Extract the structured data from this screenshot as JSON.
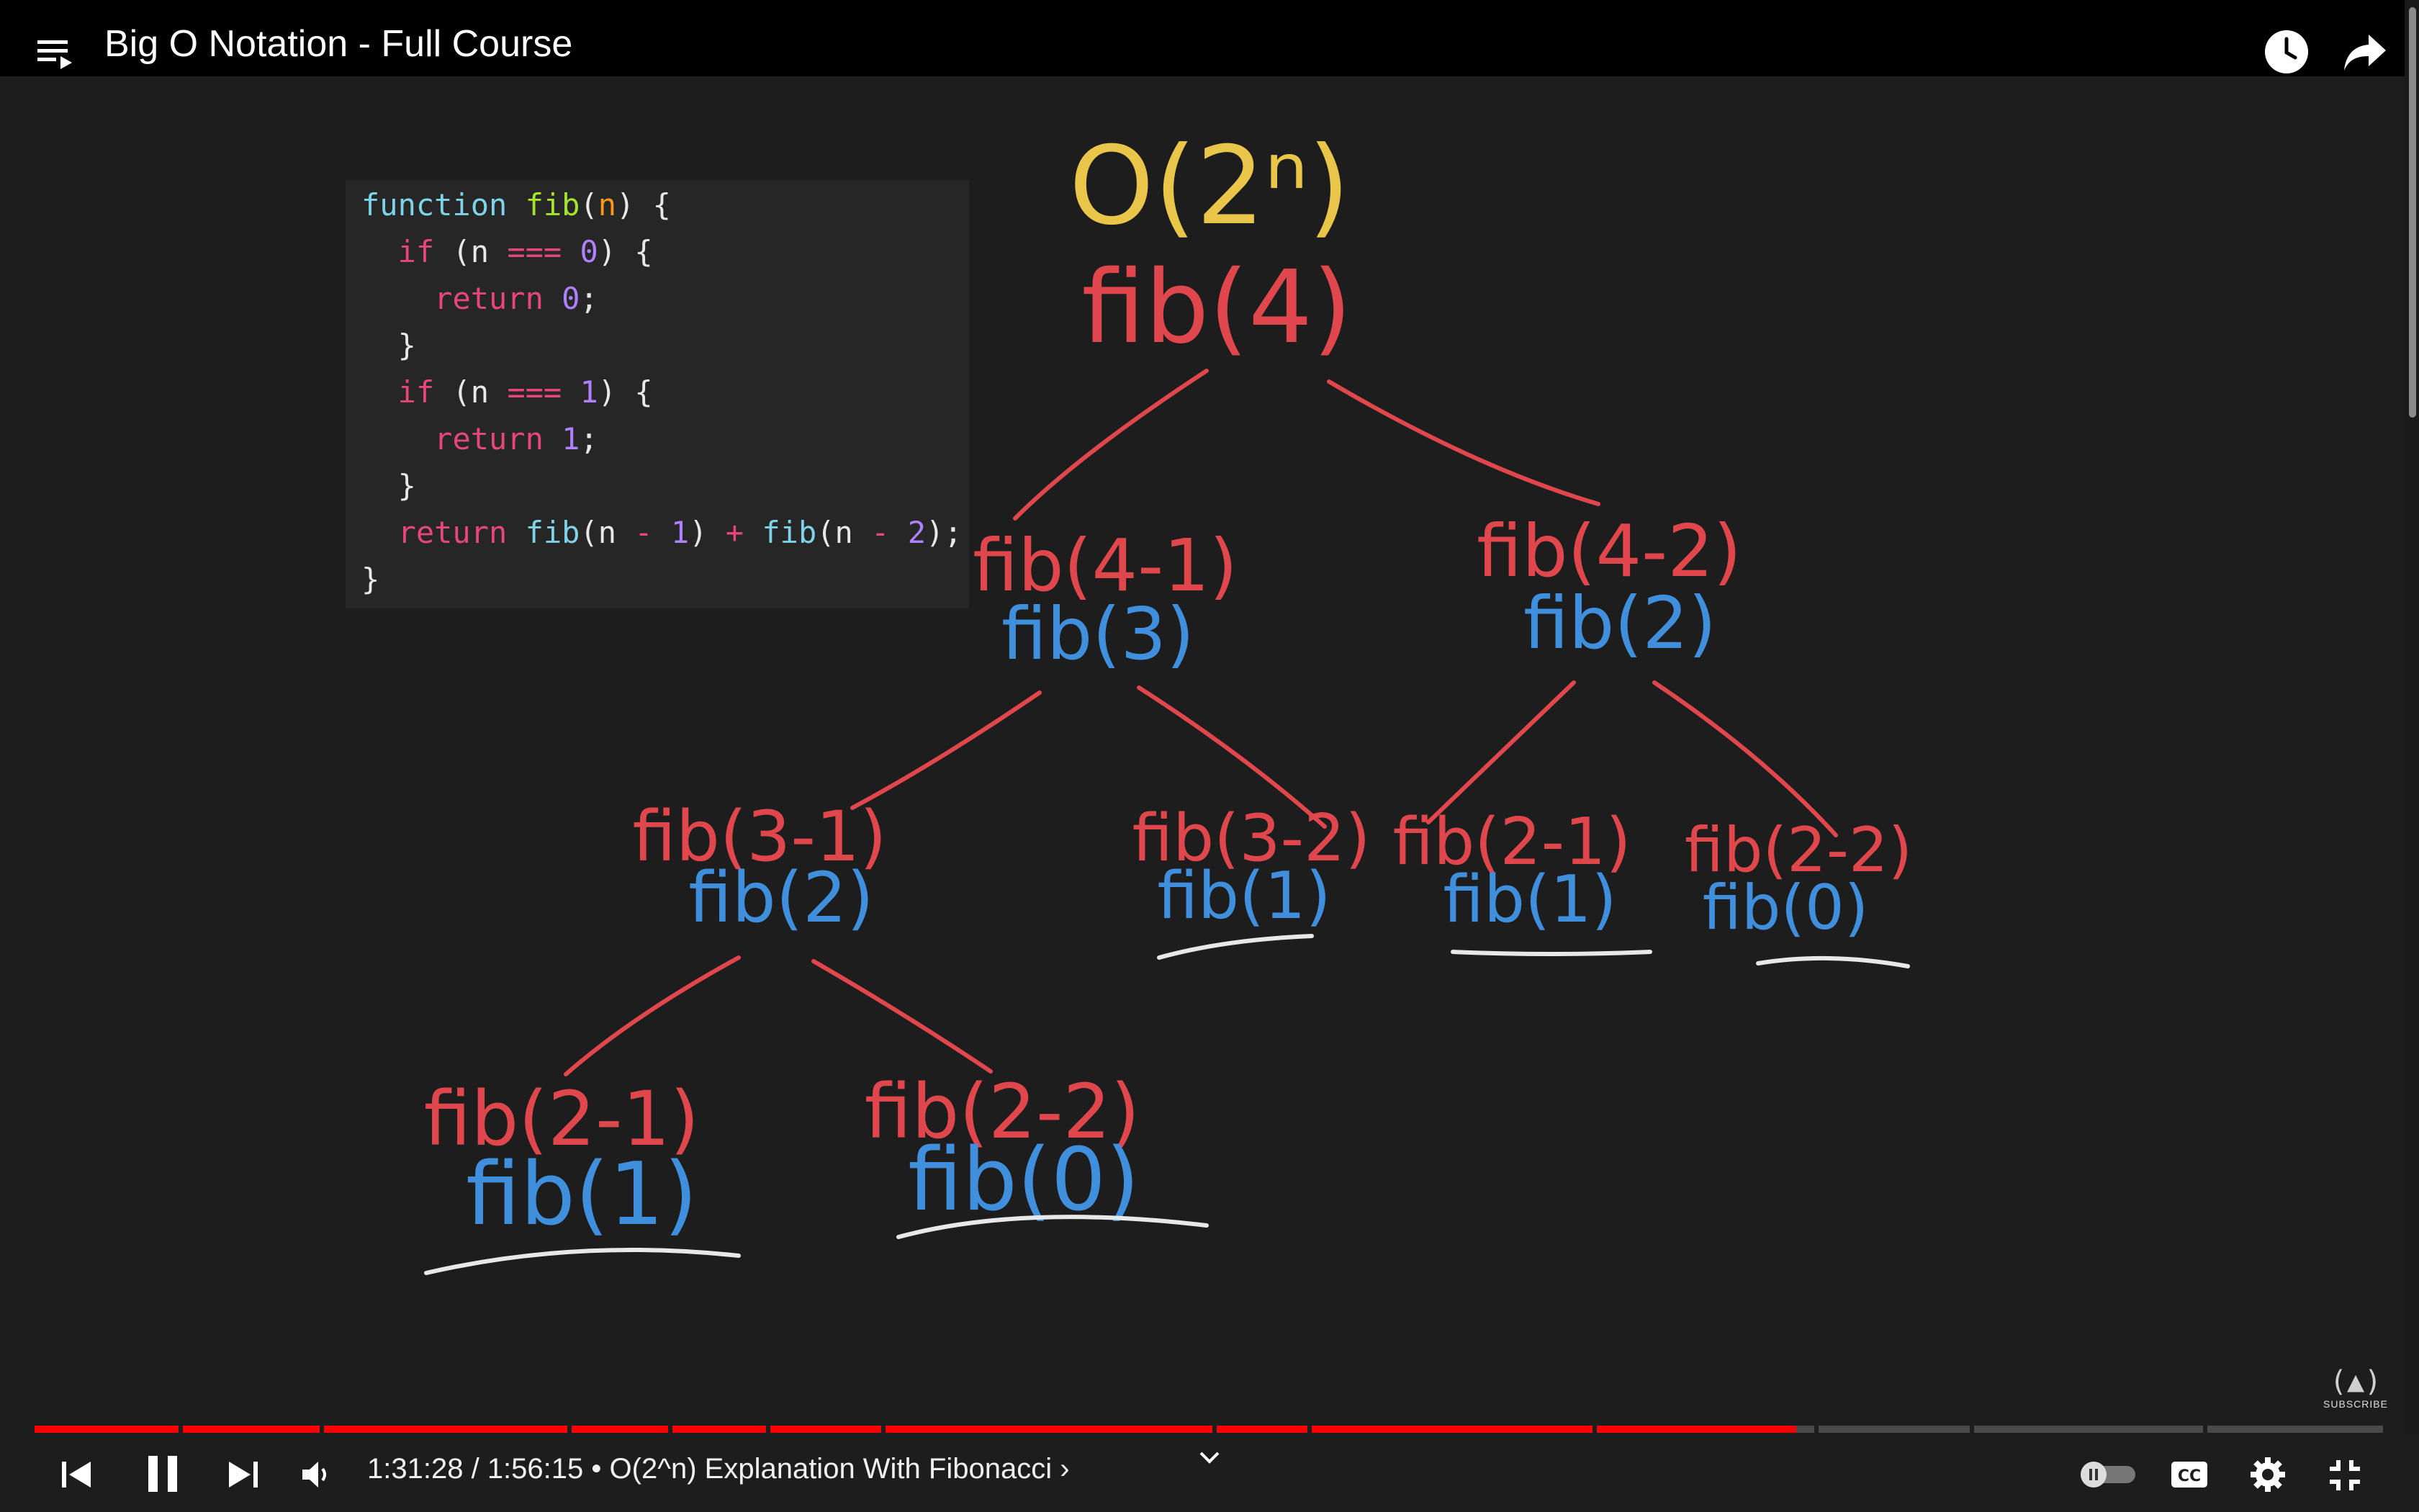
{
  "header": {
    "title": "Big O Notation - Full Course",
    "playlist_icon": "playlist-icon",
    "watch_later_icon": "clock-icon",
    "share_icon": "share-arrow-icon"
  },
  "code": {
    "lines": [
      "function fib(n) {",
      "  if (n === 0) {",
      "    return 0;",
      "  }",
      "  if (n === 1) {",
      "    return 1;",
      "  }",
      "  return fib(n - 1) + fib(n - 2);",
      "}"
    ]
  },
  "board": {
    "complexity": "O(2ⁿ)",
    "root": "fib(4)",
    "nodes": {
      "l1_left_expr": "fib(4-1)",
      "l1_left_val": "fib(3)",
      "l1_right_expr": "fib(4-2)",
      "l1_right_val": "fib(2)",
      "l2_a_expr": "fib(3-1)",
      "l2_a_val": "fib(2)",
      "l2_b_expr": "fib(3-2)",
      "l2_b_val": "fib(1)",
      "l2_c_expr": "fib(2-1)",
      "l2_c_val": "fib(1)",
      "l2_d_expr": "fib(2-2)",
      "l2_d_val": "fib(0)",
      "l3_a_expr": "fib(2-1)",
      "l3_a_val": "fib(1)",
      "l3_b_expr": "fib(2-2)",
      "l3_b_val": "fib(0)"
    },
    "colors": {
      "complexity": "#e9c54a",
      "expr": "#e0474c",
      "value": "#3f8fdc",
      "underline": "#e8e8e8"
    }
  },
  "player": {
    "current_time": "1:31:28",
    "duration": "1:56:15",
    "separator": " / ",
    "bullet": " • ",
    "chapter": "O(2^n) Explanation With Fibonacci",
    "chapter_chevron": "›",
    "progress_played": 0.75,
    "subscribe_label": "SUBSCRIBE",
    "icons": [
      "previous-icon",
      "pause-icon",
      "next-icon",
      "volume-icon",
      "chevron-down-icon",
      "autoplay-toggle",
      "captions-icon",
      "settings-gear-icon",
      "exit-fullscreen-icon"
    ],
    "colors": {
      "played": "#ff0000",
      "buffered": "#6e6e6e",
      "unplayed": "#4a4a4a"
    }
  }
}
